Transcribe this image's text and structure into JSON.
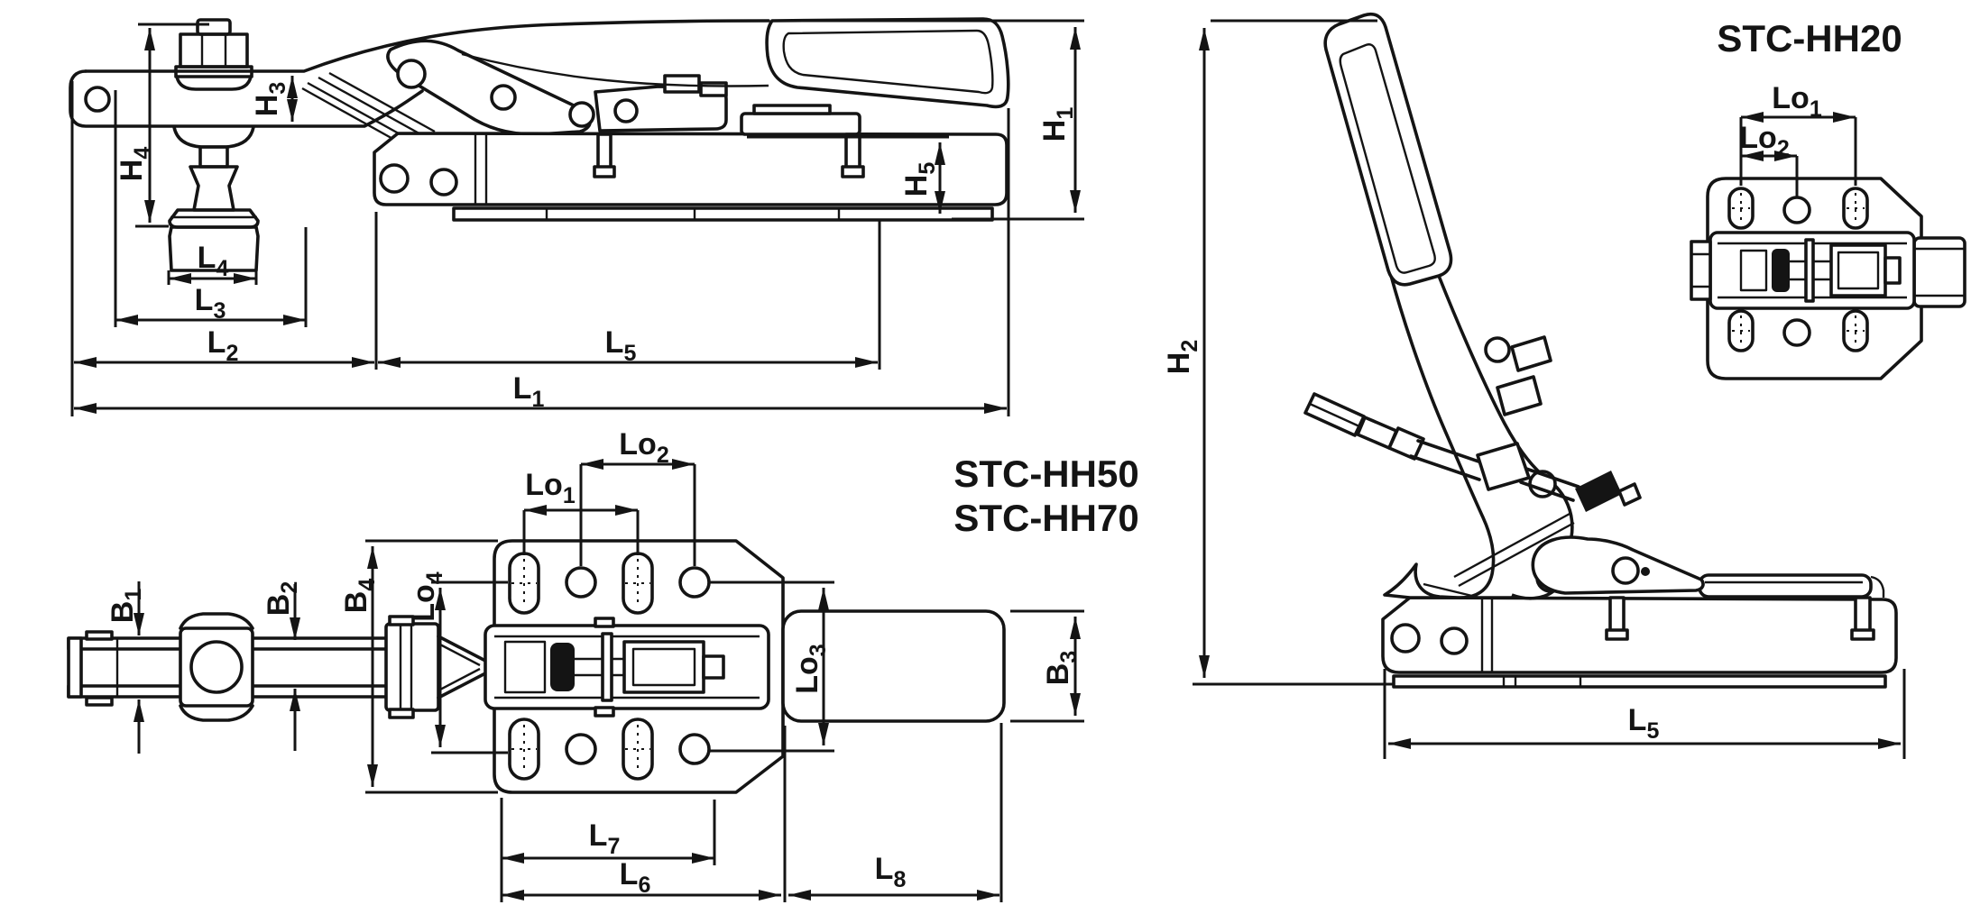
{
  "page": {
    "background": "#ffffff",
    "line_color": "#141414"
  },
  "titles": {
    "model_plan_views_a": "STC-HH50",
    "model_plan_views_b": "STC-HH70",
    "model_small_view": "STC-HH20"
  },
  "dims": {
    "H1": {
      "base": "H",
      "sub": "1"
    },
    "H2": {
      "base": "H",
      "sub": "2"
    },
    "H3": {
      "base": "H",
      "sub": "3"
    },
    "H4": {
      "base": "H",
      "sub": "4"
    },
    "H5": {
      "base": "H",
      "sub": "5"
    },
    "L1": {
      "base": "L",
      "sub": "1"
    },
    "L2": {
      "base": "L",
      "sub": "2"
    },
    "L3": {
      "base": "L",
      "sub": "3"
    },
    "L4": {
      "base": "L",
      "sub": "4"
    },
    "L5": {
      "base": "L",
      "sub": "5"
    },
    "L6": {
      "base": "L",
      "sub": "6"
    },
    "L7": {
      "base": "L",
      "sub": "7"
    },
    "L8": {
      "base": "L",
      "sub": "8"
    },
    "Lo1": {
      "base": "Lo",
      "sub": "1"
    },
    "Lo2": {
      "base": "Lo",
      "sub": "2"
    },
    "Lo3": {
      "base": "Lo",
      "sub": "3"
    },
    "Lo4": {
      "base": "Lo",
      "sub": "4"
    },
    "B1": {
      "base": "B",
      "sub": "1"
    },
    "B2": {
      "base": "B",
      "sub": "2"
    },
    "B3": {
      "base": "B",
      "sub": "3"
    },
    "B4": {
      "base": "B",
      "sub": "4"
    }
  }
}
